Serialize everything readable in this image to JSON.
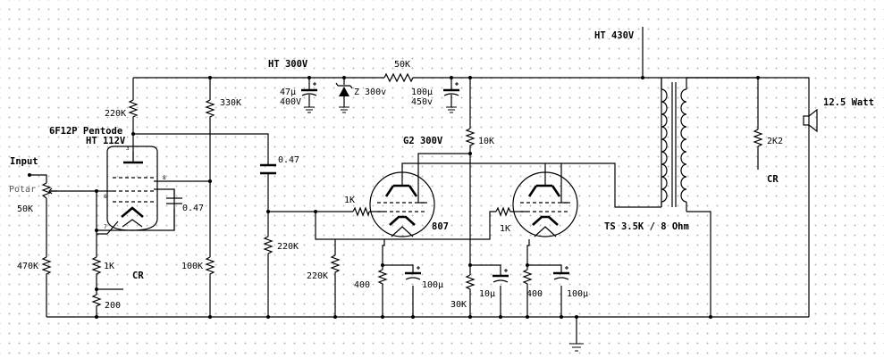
{
  "labels": {
    "ht_430": "HT 430V",
    "ht_300": "HT 300V",
    "r_50k_top": "50K",
    "watt": "12.5 Watt",
    "c_47u": "47µ",
    "c_400v": "400V",
    "zener": "Z 300v",
    "c_100u_top": "100µ",
    "c_450v": "450v",
    "r_220k_plate": "220K",
    "r_330k": "330K",
    "tube1_type": "6F12P Pentode",
    "tube1_ht": "HT 112V",
    "g2": "G2 300V",
    "r_10k": "10K",
    "r_2k2": "2K2",
    "cr_right": "CR",
    "input": "Input",
    "potar": "Potar",
    "pot_50k": "50K",
    "c_047_top": "0.47",
    "c_047_grid": "0.47",
    "r_1k_left": "1K",
    "r_1k_right": "1K",
    "tube_807": "807",
    "ts": "TS 3.5K / 8 Ohm",
    "r_220k_grid": "220K",
    "r_470k": "470K",
    "r_1k_cath": "1K",
    "r_100k": "100K",
    "cr_left": "CR",
    "r_220k_bias": "220K",
    "r_400_left": "400",
    "c_100u_left": "100µ",
    "c_10u": "10µ",
    "r_400_right": "400",
    "c_100u_right": "100µ",
    "r_30k": "30K",
    "r_200": "200",
    "pin_3": "3",
    "pin_8": "8",
    "pin_6": "6",
    "pin_7": "7"
  }
}
